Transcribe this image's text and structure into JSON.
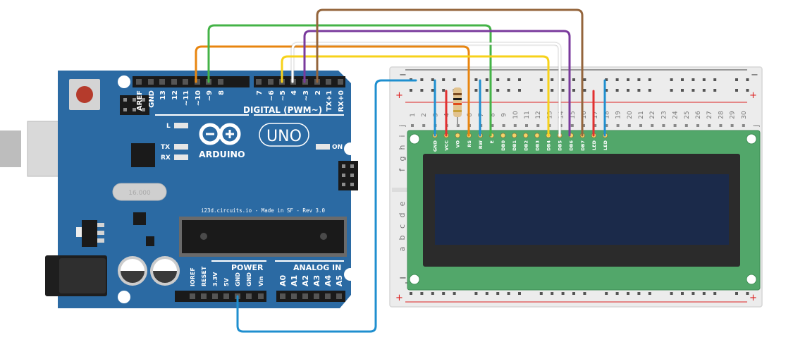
{
  "colors": {
    "board": "#2b6aa3",
    "lcd_pcb": "#52a76a",
    "lcd_screen": "#1b2a4a",
    "wire_orange": "#e8850f",
    "wire_green": "#44b347",
    "wire_white": "#ffffff",
    "wire_yellow": "#f7d21a",
    "wire_purple": "#7a3a9c",
    "wire_brown": "#94653c",
    "wire_blue": "#1f8fcf",
    "wire_red": "#e23030"
  },
  "arduino": {
    "logo_text": "ARDUINO",
    "model": "UNO",
    "digital_header": "DIGITAL (PWM~)",
    "digital_left_pins": [
      "AREF",
      "GND",
      "13",
      "12",
      "~11",
      "~10",
      "~9",
      "8"
    ],
    "digital_right_pins": [
      "7",
      "~6",
      "~5",
      "4",
      "~3",
      "2",
      "TX+1",
      "RX+0"
    ],
    "leds": {
      "l": "L",
      "tx": "TX",
      "rx": "RX",
      "on": "ON"
    },
    "crystal": "16.000",
    "info_line": "i23d.circuits.io - Made in SF - Rev 3.0",
    "power_header": "POWER",
    "power_pins": [
      "IOREF",
      "RESET",
      "3.3V",
      "5V",
      "GND",
      "GND",
      "Vin"
    ],
    "analog_header": "ANALOG IN",
    "analog_pins": [
      "A0",
      "A1",
      "A2",
      "A3",
      "A4",
      "A5"
    ]
  },
  "breadboard": {
    "columns": [
      "1",
      "2",
      "3",
      "4",
      "5",
      "6",
      "7",
      "8",
      "9",
      "10",
      "11",
      "12",
      "13",
      "14",
      "15",
      "16",
      "17",
      "18",
      "19",
      "20",
      "21",
      "22",
      "23",
      "24",
      "25",
      "26",
      "27",
      "28",
      "29",
      "30"
    ],
    "rows_top": [
      "j",
      "i",
      "h",
      "g",
      "f"
    ],
    "rows_bottom": [
      "e",
      "d",
      "c",
      "b",
      "a"
    ],
    "rail_minus": "−",
    "rail_plus": "+"
  },
  "lcd": {
    "pins": [
      "GND",
      "VCC",
      "VO",
      "RS",
      "RW",
      "E",
      "DB0",
      "DB1",
      "DB2",
      "DB3",
      "DB4",
      "DB5",
      "DB6",
      "DB7",
      "LED",
      "LED"
    ]
  }
}
